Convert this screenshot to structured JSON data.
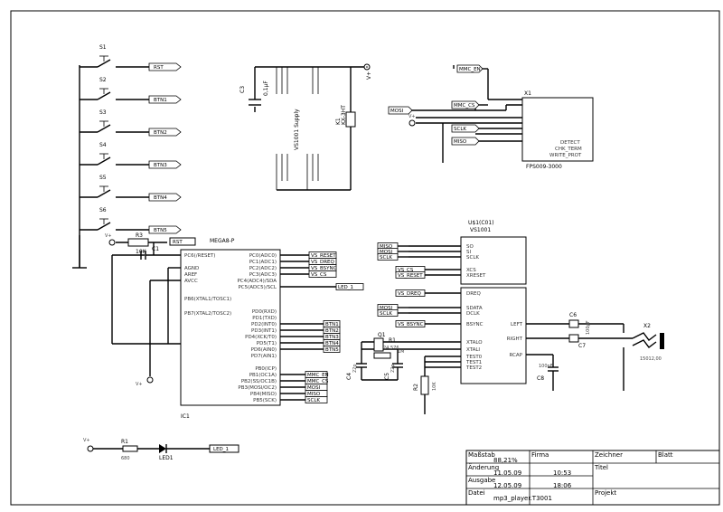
{
  "switches": [
    {
      "name": "S1",
      "net": "RST"
    },
    {
      "name": "S2",
      "net": "BTN1"
    },
    {
      "name": "S3",
      "net": "BTN2"
    },
    {
      "name": "S4",
      "net": "BTN3"
    },
    {
      "name": "S5",
      "net": "BTN4"
    },
    {
      "name": "S6",
      "net": "BTN5"
    }
  ],
  "supply": {
    "cap_name": "C3",
    "cap_value": "0,1µF",
    "label": "VS1001 Supply",
    "vcc": "V+"
  },
  "crystal1": {
    "name": "K1",
    "value": "KX-3HT"
  },
  "mmc": {
    "name": "X1",
    "part": "FPS009-3000",
    "in_nets": [
      "MMC_EN",
      "MOSI",
      "MMC_CS",
      "SCLK",
      "MISO"
    ],
    "pins": [
      "DETECT",
      "CHK_TERM",
      "WRITE_PROT"
    ]
  },
  "reset": {
    "r_name": "R3",
    "r_value": "10K",
    "c_name": "C1",
    "net": "RST",
    "vcc": "V+"
  },
  "mcu": {
    "name": "MEGA8-P",
    "ref": "IC1",
    "left_pins": [
      "PC6(/RESET)",
      "AGND",
      "AREF",
      "AVCC",
      "PB6(XTAL1/TOSC1)",
      "PB7(XTAL2/TOSC2)"
    ],
    "right_pins_a": [
      "PC0(ADC0)",
      "PC1(ADC1)",
      "PC2(ADC2)",
      "PC3(ADC3)",
      "PC4(ADC4)/SDA",
      "PC5(ADC5)/SCL"
    ],
    "right_pins_b": [
      "PD0(RXD)",
      "PD1(TXD)",
      "PD2(INT0)",
      "PD3(INT1)",
      "PD4(XCK/T0)",
      "PD5(T1)",
      "PD6(AIN0)",
      "PD7(AIN1)"
    ],
    "right_pins_c": [
      "PB0(ICP)",
      "PB1(OC1A)",
      "PB2(SS/OC1B)",
      "PB3(MOSI/OC2)",
      "PB4(MISO)",
      "PB5(SCK)"
    ],
    "nets_a": [
      "VS_RESET",
      "VS_DREQ",
      "VS_BSYNC",
      "VS_CS"
    ],
    "net_led": "LED_1",
    "nets_b": [
      "BTN1",
      "BTN2",
      "BTN3",
      "BTN4",
      "BTN5"
    ],
    "nets_c": [
      "MMC_EN",
      "MMC_CS",
      "MOSI",
      "MISO",
      "SCLK"
    ],
    "vcc": "V+"
  },
  "decoder": {
    "name": "VS1001",
    "ref": "U$1(C01)",
    "left_nets_top": [
      "MISO",
      "MOSI",
      "SCLK"
    ],
    "left_pins_top": [
      "SO",
      "SI",
      "SCLK"
    ],
    "left_nets_mid": [
      "VS_CS",
      "VS_RESET"
    ],
    "left_pins_mid": [
      "XCS",
      "XRESET"
    ],
    "dreq_net": "VS_DREQ",
    "dreq_pin": "DREQ",
    "left_nets_low": [
      "MOSI",
      "SCLK"
    ],
    "left_pins_low": [
      "SDATA",
      "DCLK"
    ],
    "bsync_net": "VS_BSYNC",
    "bsync_pin": "BSYNC",
    "lower_pins": [
      "XTALO",
      "XTALI",
      "TEST0",
      "TEST1",
      "TEST2"
    ],
    "right_pins": [
      "LEFT",
      "RIGHT",
      "RCAP"
    ]
  },
  "crystal2": {
    "q_name": "Q1",
    "q_value": "24,576",
    "r_name": "R1",
    "r_value": "1M"
  },
  "caps_xtal": [
    {
      "name": "C4",
      "value": "22p"
    },
    {
      "name": "C5",
      "value": "22p"
    }
  ],
  "r2": {
    "name": "R2",
    "value": "10K"
  },
  "audio": {
    "c_left": "C6",
    "c_right": "C7",
    "c_val": "100µF",
    "c_rcap": "C8",
    "c_rcap_val": "100nF",
    "jack": "X2",
    "jack_part": "15012,00"
  },
  "led": {
    "r_name": "R1",
    "r_value": "680",
    "led_name": "LED1",
    "net": "LED_1",
    "vcc": "V+"
  },
  "titleblock": {
    "massstab_label": "Maßstab",
    "massstab_value": "88,21%",
    "firma_label": "Firma",
    "zeichner_label": "Zeichner",
    "blatt_label": "Blatt",
    "aenderung_label": "Änderung",
    "aenderung_date": "11.05.09",
    "aenderung_time": "10:53",
    "ausgabe_label": "Ausgabe",
    "ausgabe_date": "12.05.09",
    "ausgabe_time": "18:06",
    "titel_label": "Titel",
    "datei_label": "Datei",
    "datei_value": "mp3_player.T3001",
    "projekt_label": "Projekt"
  }
}
